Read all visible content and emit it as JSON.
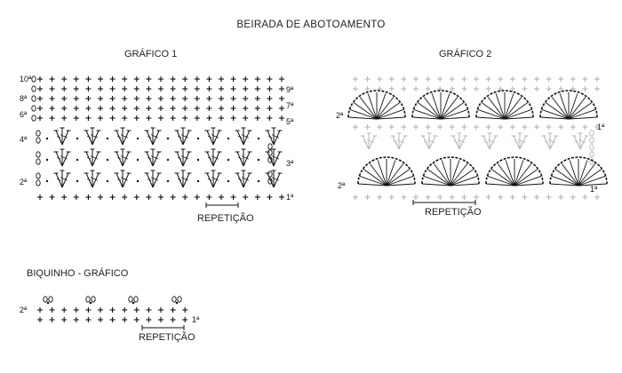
{
  "title": "BEIRADA DE ABOTOAMENTO",
  "chart1": {
    "title": "GRÁFICO 1",
    "repeat_label": "REPETIÇÃO",
    "left_row_labels": [
      "10ª",
      "8ª",
      "6ª",
      "4ª",
      "2ª"
    ],
    "right_row_labels": [
      "9ª",
      "7ª",
      "5ª",
      "3ª",
      "1ª"
    ]
  },
  "chart2": {
    "title": "GRÁFICO 2",
    "repeat_label": "REPETIÇÃO",
    "left_row_labels": [
      "2ª",
      "2ª"
    ],
    "right_row_labels": [
      "1ª",
      "1ª"
    ]
  },
  "picot": {
    "title": "BIQUINHO - GRÁFICO",
    "repeat_label": "REPETIÇÃO",
    "left_row_labels": [
      "2ª"
    ],
    "right_row_labels": [
      "1ª"
    ]
  },
  "colors": {
    "ink": "#111111",
    "light_ink": "#b5b5b5"
  }
}
